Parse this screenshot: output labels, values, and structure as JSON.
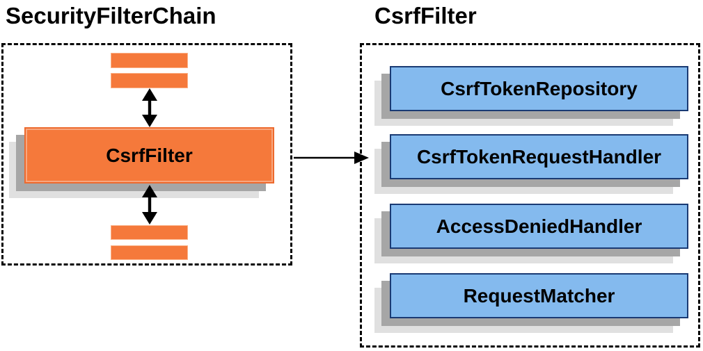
{
  "diagram": {
    "security_filter_chain": {
      "title": "SecurityFilterChain",
      "csrf_filter_box_label": "CsrfFilter"
    },
    "csrf_filter_panel": {
      "title": "CsrfFilter",
      "components": [
        "CsrfTokenRepository",
        "CsrfTokenRequestHandler",
        "AccessDeniedHandler",
        "RequestMatcher"
      ]
    },
    "colors": {
      "orange_fill": "#f5793b",
      "orange_border": "#ed6a2e",
      "orange_bar_border": "#fbb288",
      "blue_fill": "#84baee",
      "blue_border": "#1a3a73",
      "shadow_dark": "#a6a6a6",
      "shadow_light": "#e0e0e0",
      "dashed_border": "#000000",
      "text": "#000000",
      "background": "#ffffff"
    }
  }
}
